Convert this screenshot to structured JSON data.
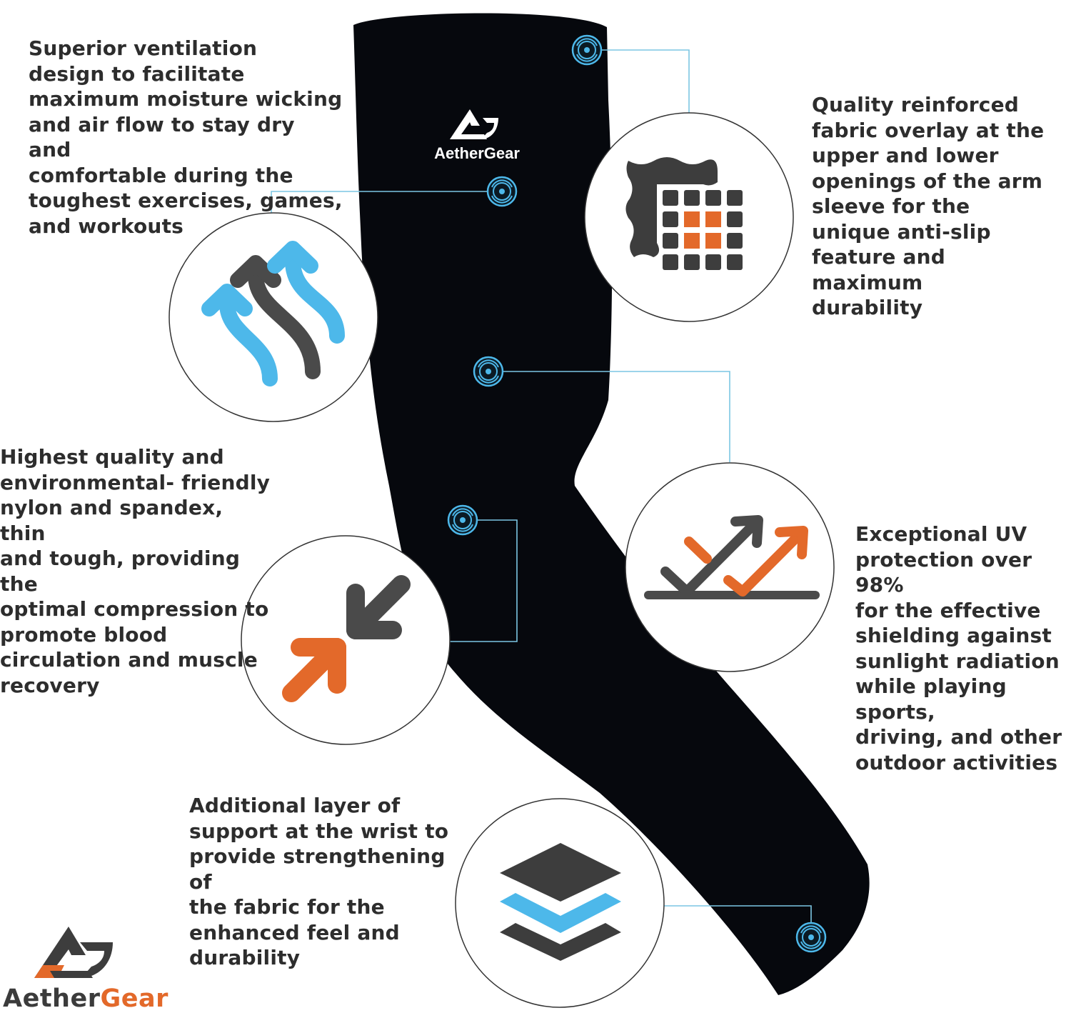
{
  "brand": {
    "name": "AetherGear",
    "name_part1": "Aether",
    "name_part2": "Gear",
    "sleeve_logo_text": "AetherGear"
  },
  "features": {
    "ventilation": "Superior ventilation\ndesign to facilitate\nmaximum moisture wicking\nand air flow to stay dry and\ncomfortable during the\ntoughest exercises, games,\nand workouts",
    "anti_slip": "Quality reinforced\nfabric overlay at the\nupper and lower\nopenings of the arm\nsleeve for the\nunique anti-slip\nfeature and\nmaximum\ndurability",
    "compression": "Highest quality and\nenvironmental- friendly\nnylon and spandex, thin\nand tough, providing the\noptimal compression to\npromote blood\ncirculation and muscle\nrecovery",
    "uv_protection": "Exceptional UV\nprotection over 98%\nfor the effective\nshielding against\nsunlight radiation\nwhile playing sports,\ndriving, and other\noutdoor activities",
    "wrist_support": "Additional layer of\nsupport at the wrist to\nprovide strengthening of\nthe fabric for the\nenhanced feel and\ndurability"
  },
  "colors": {
    "accent_orange": "#e3692a",
    "accent_blue": "#4db8ea",
    "icon_gray": "#4a4a4a",
    "sleeve_black": "#06080d",
    "leader_line": "#7cc6e3"
  },
  "icons": [
    "airflow-arrows-icon",
    "fabric-grid-icon",
    "compression-arrows-icon",
    "uv-protection-icon",
    "layers-icon",
    "hotspot-marker-icon",
    "aethergear-logo-icon"
  ]
}
